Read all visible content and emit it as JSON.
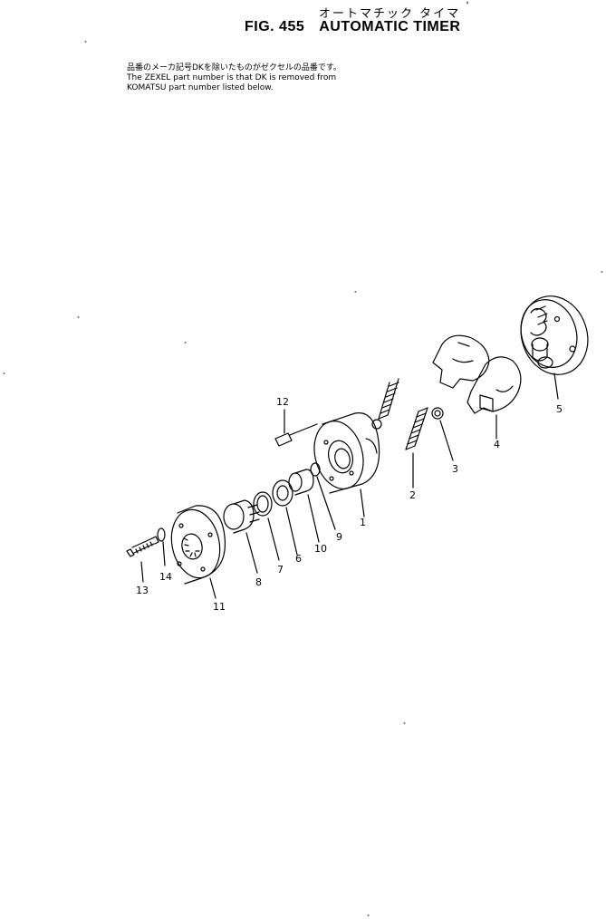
{
  "header": {
    "jp_title": "オートマチック タイマ",
    "fig_number": "FIG. 455",
    "fig_title": "AUTOMATIC TIMER"
  },
  "notes": [
    "品番のメーカ記号DKを除いたものがゼクセルの品番です。",
    "The ZEXEL part number is that DK is removed from",
    "KOMATSU part number listed below."
  ],
  "callouts": [
    "1",
    "2",
    "3",
    "4",
    "5",
    "6",
    "7",
    "8",
    "9",
    "10",
    "11",
    "12",
    "13",
    "14"
  ]
}
